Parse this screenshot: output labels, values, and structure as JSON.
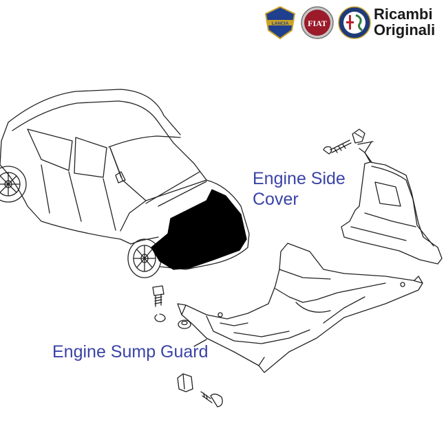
{
  "brand": {
    "logos": [
      "lancia-logo",
      "fiat-logo",
      "alfa-romeo-logo"
    ],
    "lancia_text": "LANCIA",
    "fiat_text": "FIAT",
    "title_line1": "Ricambi",
    "title_line2": "Originali"
  },
  "labels": {
    "engine_side_cover_line1": "Engine Side",
    "engine_side_cover_line2": "Cover",
    "engine_sump_guard": "Engine Sump Guard"
  },
  "parts": [
    "car-body",
    "engine-side-cover",
    "engine-sump-guard",
    "mounting-bolt",
    "push-clip",
    "retaining-clip",
    "washer",
    "screw"
  ],
  "colors": {
    "label_text": "#3a43a6",
    "line_art": "#222222",
    "highlight_fill": "#000000",
    "lancia_blue": "#1f3f8f",
    "fiat_red": "#9b1b2a",
    "alfa_red": "#b8202a"
  }
}
